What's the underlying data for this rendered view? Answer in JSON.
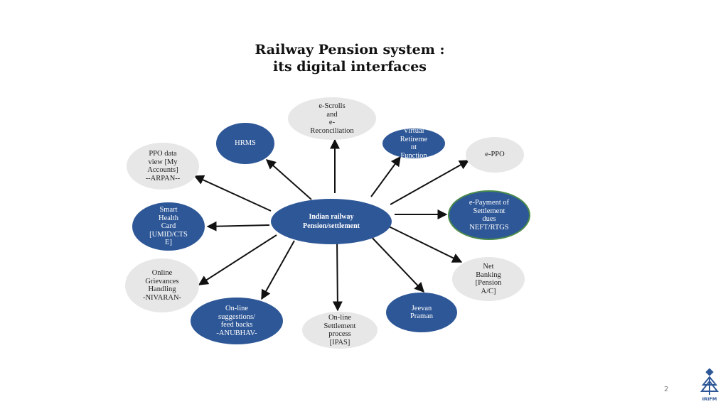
{
  "title": {
    "line1": "Railway Pension system :",
    "line2": "its digital interfaces"
  },
  "center_node": {
    "label": "Indian railway\nPension/settlement"
  },
  "nodes": {
    "escrolls": "e-Scrolls\nand\ne-\nReconciliation",
    "hrms": "HRMS",
    "virtual_retirement": "Virtual\nRetireme\nnt\nFunction",
    "eppo": "e-PPO",
    "ppo_data_view": "PPO data\nview [My\nAccounts]\n--ARPAN--",
    "smart_health_card": "Smart\nHealth\nCard\n[UMID/CTS\nE]",
    "epayment": "e-Payment  of\nSettlement\ndues\nNEFT/RTGS",
    "online_grievances": "Online\nGrievances\nHandling\n-NIVARAN-",
    "net_banking": "Net\nBanking\n[Pension\nA/C]",
    "online_suggestions": "On-line\nsuggestions/\nfeed backs\n-ANUBHAV-",
    "online_settlement": "On-line\nSettlement\nprocess\n[IPAS]",
    "jeevan_praman": "Jeevan\nPraman"
  },
  "colors": {
    "blue_node": "#2e5797",
    "grey_node": "#e7e7e7",
    "ring": "#4a8c4a",
    "arrow": "#111111"
  },
  "page_number": "2",
  "logo": {
    "text": "IRIFM",
    "icon": "irifm-logo-icon"
  }
}
